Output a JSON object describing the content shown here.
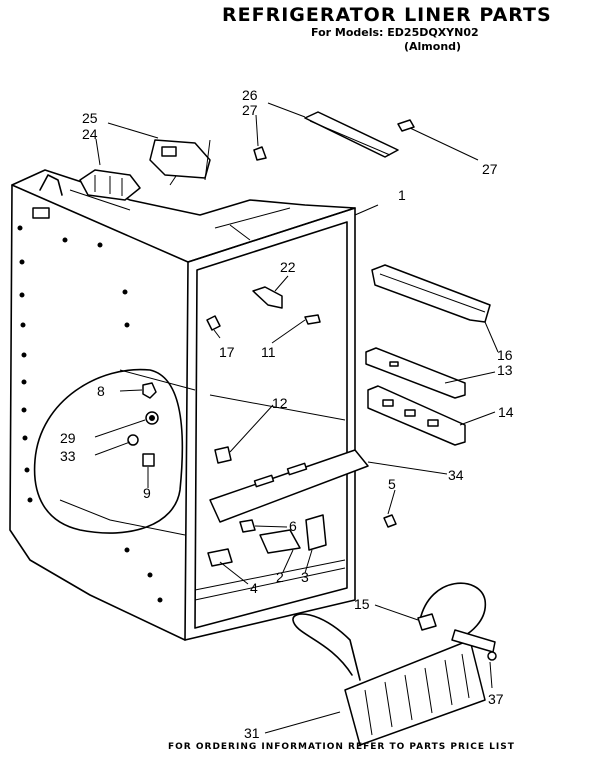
{
  "header": {
    "title": "REFRIGERATOR LINER PARTS",
    "models_line": "For Models: ED25DQXYN02",
    "color_line": "(Almond)"
  },
  "footer": {
    "text": "FOR ORDERING INFORMATION REFER TO PARTS PRICE LIST"
  },
  "callouts": {
    "c1": "1",
    "c2": "2",
    "c3": "3",
    "c4": "4",
    "c5": "5",
    "c6": "6",
    "c8": "8",
    "c9": "9",
    "c11": "11",
    "c12": "12",
    "c13": "13",
    "c14": "14",
    "c15": "15",
    "c16": "16",
    "c17": "17",
    "c22": "22",
    "c24": "24",
    "c25": "25",
    "c26": "26",
    "c27a": "27",
    "c27b": "27",
    "c29": "29",
    "c31": "31",
    "c33": "33",
    "c34": "34",
    "c37": "37"
  }
}
